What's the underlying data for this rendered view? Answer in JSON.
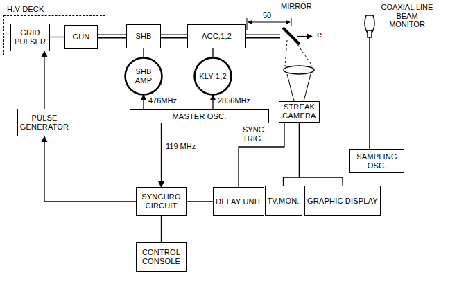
{
  "diagram": {
    "nodes": [
      {
        "text": [
          "H.V DECK"
        ]
      },
      {
        "text": [
          "GRID PULSER"
        ],
        "in": 0
      },
      {
        "text": [
          "GUN"
        ],
        "in": 0
      },
      {
        "text": [
          "SHB"
        ]
      },
      {
        "text": [
          "ACC,1,2"
        ]
      },
      {
        "text": [
          "SHB AMP"
        ]
      },
      {
        "text": [
          "KLY 1,2"
        ]
      },
      {
        "text": [
          "MASTER OSC."
        ]
      },
      {
        "text": [
          "PULSE GENERATOR"
        ]
      },
      {
        "text": [
          "SYNCHRO CIRCUIT"
        ]
      },
      {
        "text": [
          "DELAY UNIT"
        ]
      },
      {
        "text": [
          "CONTROL CONSOLE"
        ]
      },
      {
        "text": [
          "STREAK CAMERA"
        ]
      },
      {
        "text": [
          "TV.MON."
        ]
      },
      {
        "text": [
          "GRAPHIC DISPLAY"
        ]
      },
      {
        "text": [
          "SAMPLING OSC."
        ]
      }
    ],
    "edges": [
      {
        "from": 1,
        "to": 2,
        "arrow": "none"
      },
      {
        "from": 2,
        "to": 3,
        "arrow": "none"
      },
      {
        "from": 3,
        "to": 4,
        "arrow": "none"
      },
      {
        "from": 5,
        "to": 3,
        "arrow": "none"
      },
      {
        "from": 6,
        "to": 4,
        "arrow": "none"
      },
      {
        "from": 7,
        "to": 5,
        "label": "476MHz",
        "arrow": "to"
      },
      {
        "from": 7,
        "to": 6,
        "label": "2856MHz",
        "arrow": "to"
      },
      {
        "from": 7,
        "to": 9,
        "label": "119 MHz",
        "arrow": "to"
      },
      {
        "from": 9,
        "to": 8,
        "arrow": "to"
      },
      {
        "from": 8,
        "to": 1,
        "arrow": "to"
      },
      {
        "from": 9,
        "to": 11,
        "arrow": "none"
      },
      {
        "from": 9,
        "to": 10,
        "arrow": "none"
      },
      {
        "from": 10,
        "to": 12,
        "label": "SYNC. TRIG.",
        "arrow": "none"
      },
      {
        "from": 12,
        "to": 13,
        "arrow": "none"
      },
      {
        "from": 12,
        "to": 14,
        "arrow": "none"
      }
    ],
    "labels": [
      "50",
      "MIRROR",
      "e",
      "COAXIAL LINE BEAM MONITOR"
    ]
  }
}
